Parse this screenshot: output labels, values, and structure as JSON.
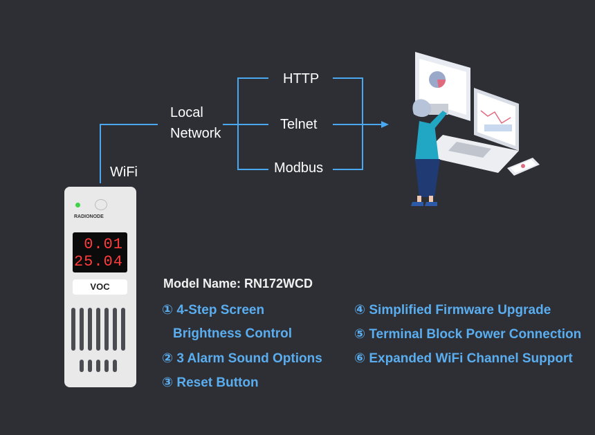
{
  "network": {
    "wifi": "WiFi",
    "local_network_line1": "Local",
    "local_network_line2": "Network",
    "protocols": [
      "HTTP",
      "Telnet",
      "Modbus"
    ]
  },
  "device": {
    "brand": "RADIONODE",
    "display_line1": "0.01",
    "display_line2": "25.04",
    "sensor_label": "VOC"
  },
  "model_name": "Model Name: RN172WCD",
  "features": {
    "f1_line1": "① 4-Step Screen",
    "f1_line2": "Brightness Control",
    "f2": "② 3 Alarm Sound Options",
    "f3": "③ Reset Button",
    "f4": "④ Simplified Firmware Upgrade",
    "f5": "⑤ Terminal Block Power Connection",
    "f6": "⑥ Expanded WiFi Channel Support"
  },
  "colors": {
    "background": "#2e2f35",
    "line": "#4aa8f0",
    "feature_text": "#5aaeef",
    "display_digits": "#ff3b3b"
  }
}
